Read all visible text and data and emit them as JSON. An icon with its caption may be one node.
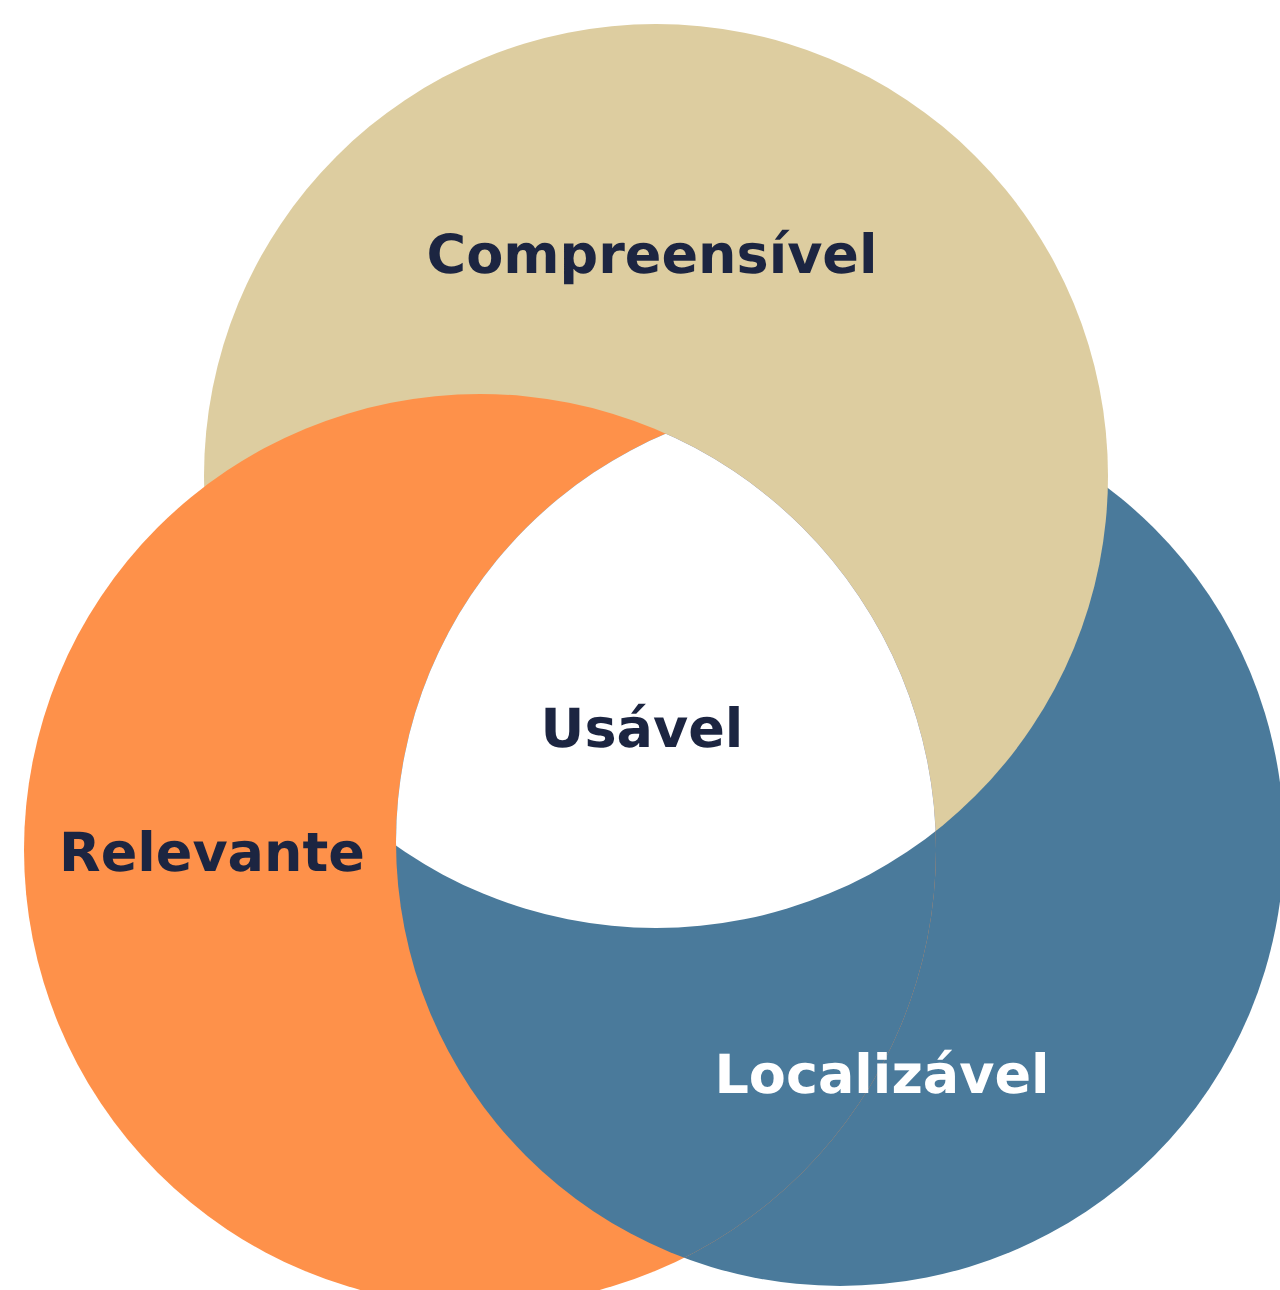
{
  "diagram": {
    "nodes": [
      {
        "text": [
          "Compreensível"
        ]
      },
      {
        "text": [
          "Relevante"
        ]
      },
      {
        "text": [
          "Localizável"
        ]
      },
      {
        "text": [
          "Usável"
        ]
      }
    ]
  }
}
